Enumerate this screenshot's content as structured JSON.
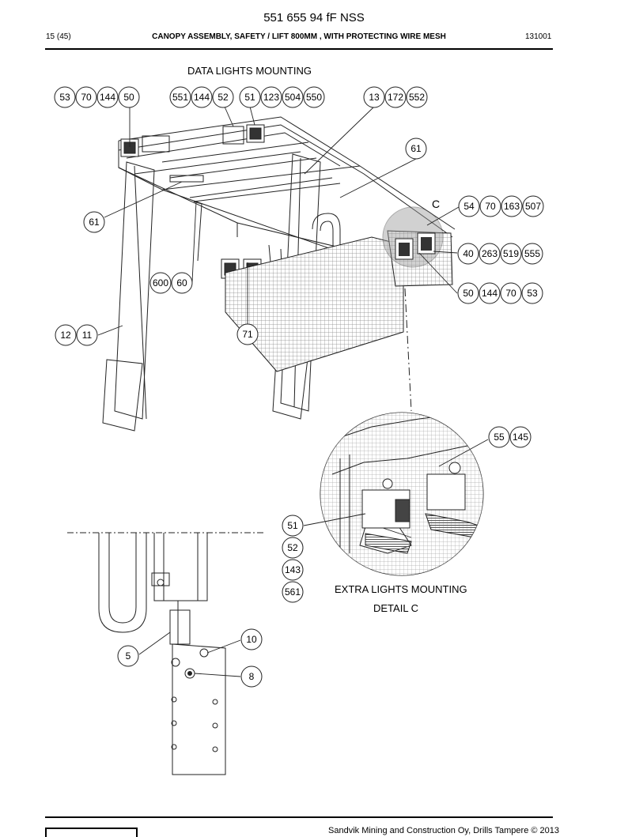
{
  "header": {
    "doc_number": "551 655 94 fF NSS",
    "page_index": "15 (45)",
    "title": "CANOPY ASSEMBLY, SAFETY / LIFT 800MM , WITH PROTECTING WIRE MESH",
    "date": "131001"
  },
  "captions": {
    "data_lights": "DATA LIGHTS MOUNTING",
    "extra_lights": "EXTRA LIGHTS MOUNTING",
    "detail": "DETAIL  C",
    "detail_marker": "C"
  },
  "callouts": {
    "top_left": [
      "53",
      "70",
      "144",
      "50"
    ],
    "top_mid": [
      "551",
      "144",
      "52"
    ],
    "top_mid2": [
      "51",
      "123",
      "504",
      "550"
    ],
    "top_right": [
      "13",
      "172",
      "552"
    ],
    "right_61": [
      "61"
    ],
    "right_54": [
      "54",
      "70",
      "163",
      "507"
    ],
    "right_40": [
      "40",
      "263",
      "519",
      "555"
    ],
    "right_50": [
      "50",
      "144",
      "70",
      "53"
    ],
    "left_61": [
      "61"
    ],
    "mid_600": [
      "600",
      "60"
    ],
    "mid_71": [
      "71"
    ],
    "left_12": [
      "12",
      "11"
    ],
    "detail_55": [
      "55",
      "145"
    ],
    "detail_stack": [
      "51",
      "52",
      "143",
      "561"
    ],
    "hinge_10": [
      "10"
    ],
    "hinge_5": [
      "5"
    ],
    "hinge_8": [
      "8"
    ]
  },
  "footer": {
    "copyright": "Sandvik Mining and Construction Oy, Drills Tampere © 2013"
  }
}
